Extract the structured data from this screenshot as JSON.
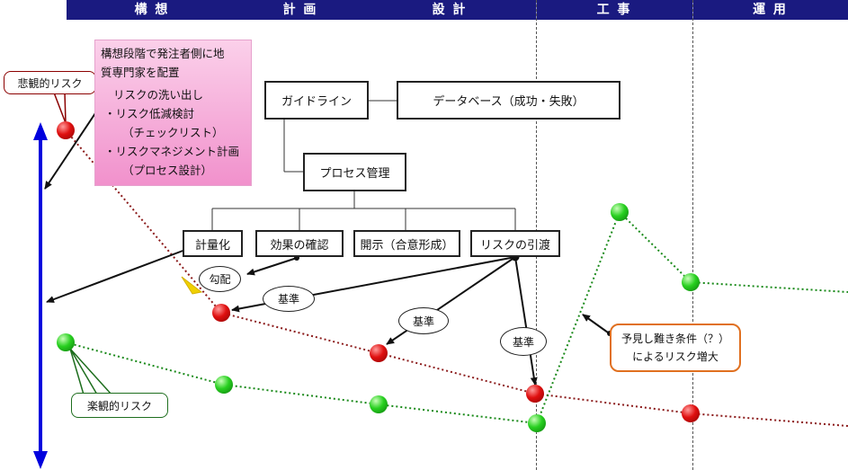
{
  "phases": [
    "構 想",
    "計 画",
    "設 計",
    "工 事",
    "運 用"
  ],
  "callouts": {
    "pessimistic": "悲観的リスク",
    "optimistic": "楽観的リスク",
    "unexpected_line1": "予見し難き条件（？）",
    "unexpected_line2": "によるリスク増大"
  },
  "concept_note": {
    "line1": "構想段階で発注者側に地",
    "line2": "質専門家を配置",
    "items": [
      "リスクの洗い出し",
      "・リスク低減検討",
      "（チェックリスト）",
      "・リスクマネジメント計画",
      "（プロセス設計）"
    ]
  },
  "boxes": {
    "guideline": "ガイドライン",
    "database": "データベース（成功・失敗）",
    "process": "プロセス管理",
    "quantify": "計量化",
    "effect": "効果の確認",
    "disclosure": "開示（合意形成）",
    "handover": "リスクの引渡"
  },
  "ovals": {
    "gradient": "勾配",
    "standard1": "基準",
    "standard2": "基準",
    "standard3": "基準"
  },
  "colors": {
    "phase_bar": "#1a1a80",
    "pessimistic_line": "#8b1a1a",
    "optimistic_line": "#1a8a1a",
    "range_arrow": "#0000dd",
    "optimistic_callout_border": "#1e6e1e",
    "pessimistic_callout_border": "#8b0000",
    "unexpected_callout_border": "#e07020"
  }
}
